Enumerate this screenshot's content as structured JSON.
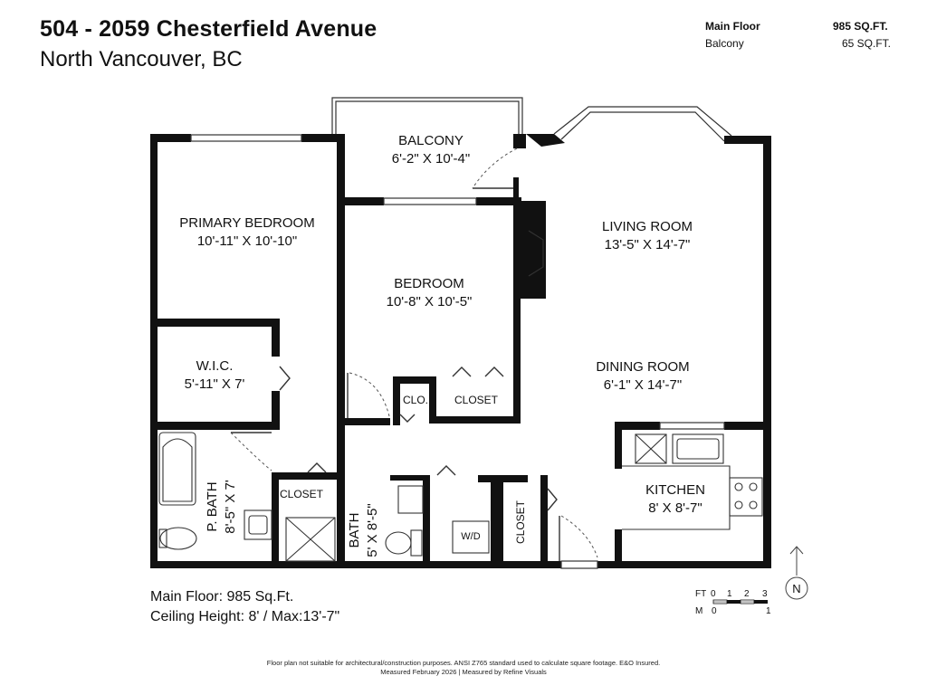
{
  "header": {
    "address": "504 - 2059 Chesterfield Avenue",
    "city": "North Vancouver, BC"
  },
  "area_summary": {
    "main_floor_label": "Main Floor",
    "main_floor_value": "985 SQ.FT.",
    "balcony_label": "Balcony",
    "balcony_value": "65 SQ.FT."
  },
  "rooms": {
    "balcony": {
      "name": "BALCONY",
      "size": "6'-2\" X 10'-4\""
    },
    "primary_bedroom": {
      "name": "PRIMARY BEDROOM",
      "size": "10'-11\" X 10'-10\""
    },
    "bedroom": {
      "name": "BEDROOM",
      "size": "10'-8\" X 10'-5\""
    },
    "living_room": {
      "name": "LIVING ROOM",
      "size": "13'-5\" X 14'-7\""
    },
    "dining_room": {
      "name": "DINING ROOM",
      "size": "6'-1\" X 14'-7\""
    },
    "wic": {
      "name": "W.I.C.",
      "size": "5'-11\" X 7'"
    },
    "kitchen": {
      "name": "KITCHEN",
      "size": "8' X 8'-7\""
    },
    "p_bath": {
      "name": "P. BATH",
      "size": "8'-5\" X 7'"
    },
    "bath": {
      "name": "BATH",
      "size": "5' X 8'-5\""
    },
    "clo": "CLO.",
    "closet_bedroom": "CLOSET",
    "closet_pbath": "CLOSET",
    "closet_entry": "CLOSET",
    "wd": "W/D"
  },
  "stats": {
    "main_floor": "Main Floor: 985 Sq.Ft.",
    "ceiling": "Ceiling Height: 8' / Max:13'-7\""
  },
  "scale": {
    "ft_label": "FT",
    "ft_ticks": [
      "0",
      "1",
      "2",
      "3"
    ],
    "m_label": "M",
    "m_ticks": [
      "0",
      "1"
    ],
    "north": "N"
  },
  "footer": {
    "line1": "Floor plan not suitable for architectural/construction purposes. ANSI Z765 standard used to calculate square footage. E&O Insured.",
    "line2": "Measured February 2026 | Measured by Refine Visuals"
  }
}
